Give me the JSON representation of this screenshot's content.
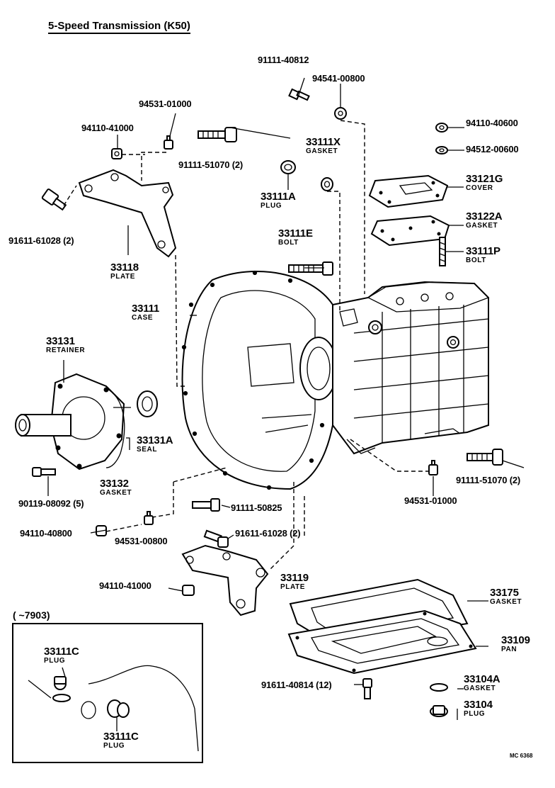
{
  "title": "5-Speed Transmission (K50)",
  "inset_label": "(        ~7903)",
  "corner_code": "MC 6368",
  "parts": [
    {
      "id": "p1",
      "number": "91111-40812"
    },
    {
      "id": "p2",
      "number": "94541-00800"
    },
    {
      "id": "p3",
      "number": "94531-01000"
    },
    {
      "id": "p4",
      "number": "94110-41000"
    },
    {
      "id": "p5",
      "number": "91111-51070 (2)"
    },
    {
      "id": "p6",
      "number": "33111X",
      "caption": "GASKET"
    },
    {
      "id": "p7",
      "number": "94110-40600"
    },
    {
      "id": "p8",
      "number": "94512-00600"
    },
    {
      "id": "p9",
      "number": "33121G",
      "caption": "COVER"
    },
    {
      "id": "p10",
      "number": "33111A",
      "caption": "PLUG"
    },
    {
      "id": "p11",
      "number": "91611-61028 (2)"
    },
    {
      "id": "p12",
      "number": "33122A",
      "caption": "GASKET"
    },
    {
      "id": "p13",
      "number": "33111E",
      "caption": "BOLT"
    },
    {
      "id": "p14",
      "number": "33111P",
      "caption": "BOLT"
    },
    {
      "id": "p15",
      "number": "33118",
      "caption": "PLATE"
    },
    {
      "id": "p16",
      "number": "33111",
      "caption": "CASE"
    },
    {
      "id": "p17",
      "number": "33131",
      "caption": "RETAINER"
    },
    {
      "id": "p18",
      "number": "33131A",
      "caption": "SEAL"
    },
    {
      "id": "p19",
      "number": "33132",
      "caption": "GASKET"
    },
    {
      "id": "p20",
      "number": "90119-08092 (5)"
    },
    {
      "id": "p21",
      "number": "91111-51070 (2)"
    },
    {
      "id": "p22",
      "number": "94531-01000"
    },
    {
      "id": "p23",
      "number": "91111-50825"
    },
    {
      "id": "p24",
      "number": "94110-40800"
    },
    {
      "id": "p25",
      "number": "94531-00800"
    },
    {
      "id": "p26",
      "number": "91611-61028 (2)"
    },
    {
      "id": "p27",
      "number": "33119",
      "caption": "PLATE"
    },
    {
      "id": "p28",
      "number": "94110-41000"
    },
    {
      "id": "p29",
      "number": "33175",
      "caption": "GASKET"
    },
    {
      "id": "p30",
      "number": "33109",
      "caption": "PAN"
    },
    {
      "id": "p31",
      "number": "91611-40814 (12)"
    },
    {
      "id": "p32",
      "number": "33104A",
      "caption": "GASKET"
    },
    {
      "id": "p33",
      "number": "33104",
      "caption": "PLUG"
    },
    {
      "id": "p34",
      "number": "33111C",
      "caption": "PLUG"
    },
    {
      "id": "p35",
      "number": "33111C",
      "caption": "PLUG"
    }
  ]
}
